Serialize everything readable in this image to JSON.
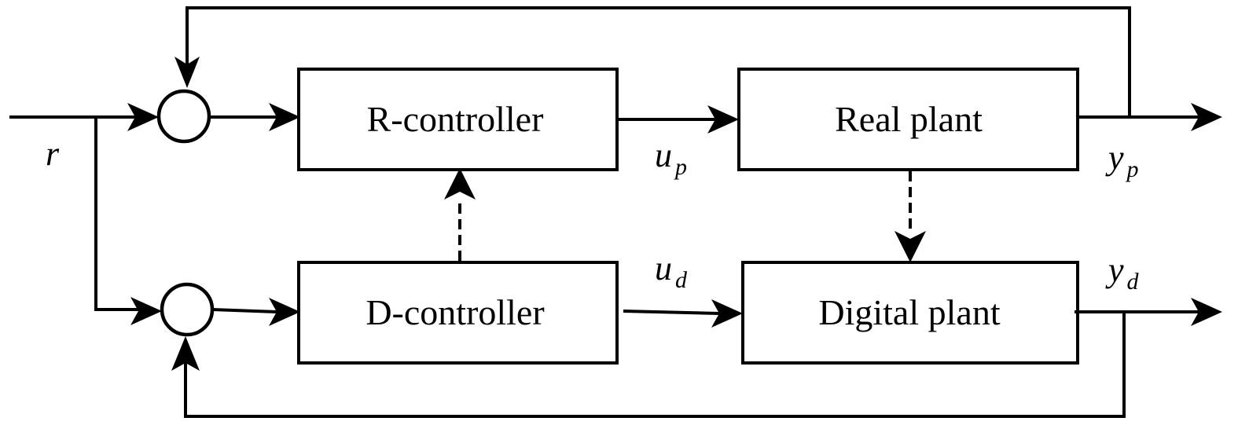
{
  "blocks": {
    "r_controller": "R-controller",
    "real_plant": "Real plant",
    "d_controller": "D-controller",
    "digital_plant": "Digital plant"
  },
  "signals": {
    "reference": {
      "base": "r"
    },
    "u_p": {
      "base": "u",
      "sub": "p"
    },
    "y_p": {
      "base": "y",
      "sub": "p"
    },
    "u_d": {
      "base": "u",
      "sub": "d"
    },
    "y_d": {
      "base": "y",
      "sub": "d"
    }
  }
}
